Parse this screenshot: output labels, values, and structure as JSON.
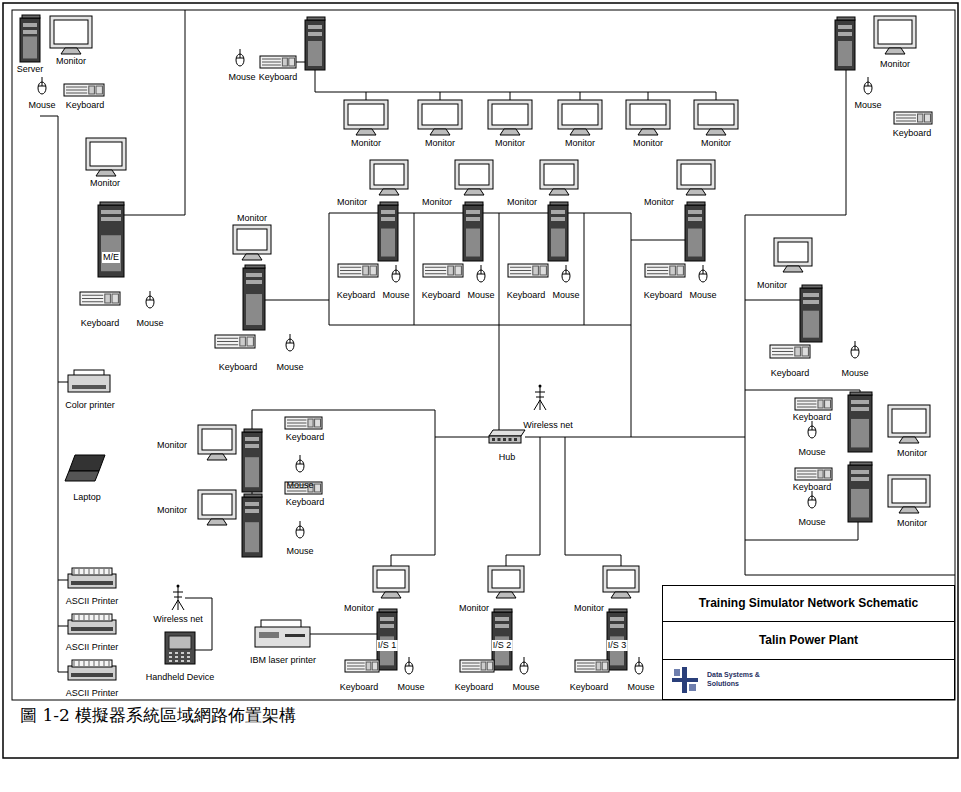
{
  "diagram": {
    "caption": "圖 1-2 模擬器系統區域網路佈置架構",
    "nodes": [
      {
        "text": [
          "Training Simulator Network Schematic"
        ]
      },
      {
        "text": [
          "Talin Power Plant"
        ]
      },
      {
        "text": [
          "Data Systems & Solutions"
        ]
      }
    ],
    "labels": [
      "Server",
      "Monitor",
      "Mouse",
      "Keyboard",
      "Mouse",
      "Keyboard",
      "Monitor",
      "Monitor",
      "Monitor",
      "Monitor",
      "Monitor",
      "Monitor",
      "Monitor",
      "Mouse",
      "Keyboard",
      "Monitor",
      "Monitor",
      "Monitor",
      "Monitor",
      "Monitor",
      "Monitor",
      "M/E",
      "Keyboard",
      "Mouse",
      "Keyboard",
      "Mouse",
      "Keyboard",
      "Mouse",
      "Keyboard",
      "Mouse",
      "Keyboard",
      "Mouse",
      "Keyboard",
      "Mouse",
      "Monitor",
      "Keyboard",
      "Mouse",
      "Color printer",
      "Wireless net",
      "Keyboard",
      "Mouse",
      "Monitor",
      "Monitor",
      "Keyboard",
      "Hub",
      "Mouse",
      "Laptop",
      "Keyboard",
      "Mouse",
      "Monitor",
      "Monitor",
      "Keyboard",
      "Mouse",
      "ASCII Printer",
      "Wireless net",
      "Monitor",
      "Monitor",
      "Monitor",
      "ASCII Printer",
      "I/S 1",
      "I/S 2",
      "I/S 3",
      "IBM laser printer",
      "Handheld Device",
      "Keyboard",
      "Mouse",
      "Keyboard",
      "Mouse",
      "Keyboard",
      "Mouse",
      "ASCII Printer"
    ]
  }
}
